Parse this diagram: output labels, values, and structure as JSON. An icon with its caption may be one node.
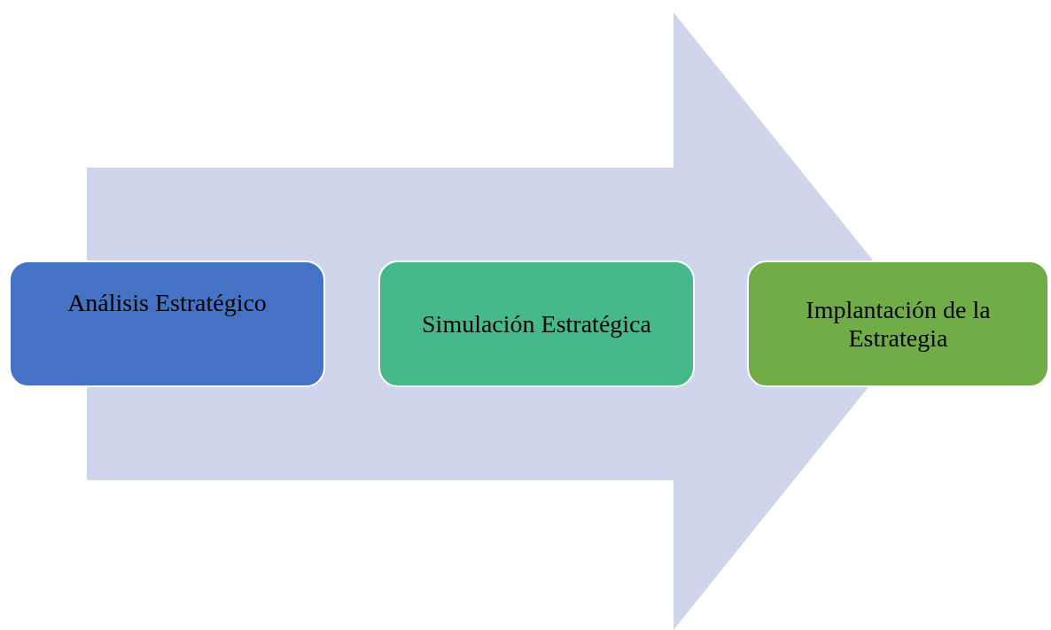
{
  "diagram": {
    "nodes": [
      {
        "text": [
          "Análisis Estratégico"
        ]
      },
      {
        "text": [
          "Simulación Estratégica"
        ]
      },
      {
        "text": [
          "Implantación de la Estrategia"
        ]
      }
    ],
    "edges": [
      {
        "from": 0,
        "to": 2,
        "arrow": "to"
      }
    ]
  }
}
